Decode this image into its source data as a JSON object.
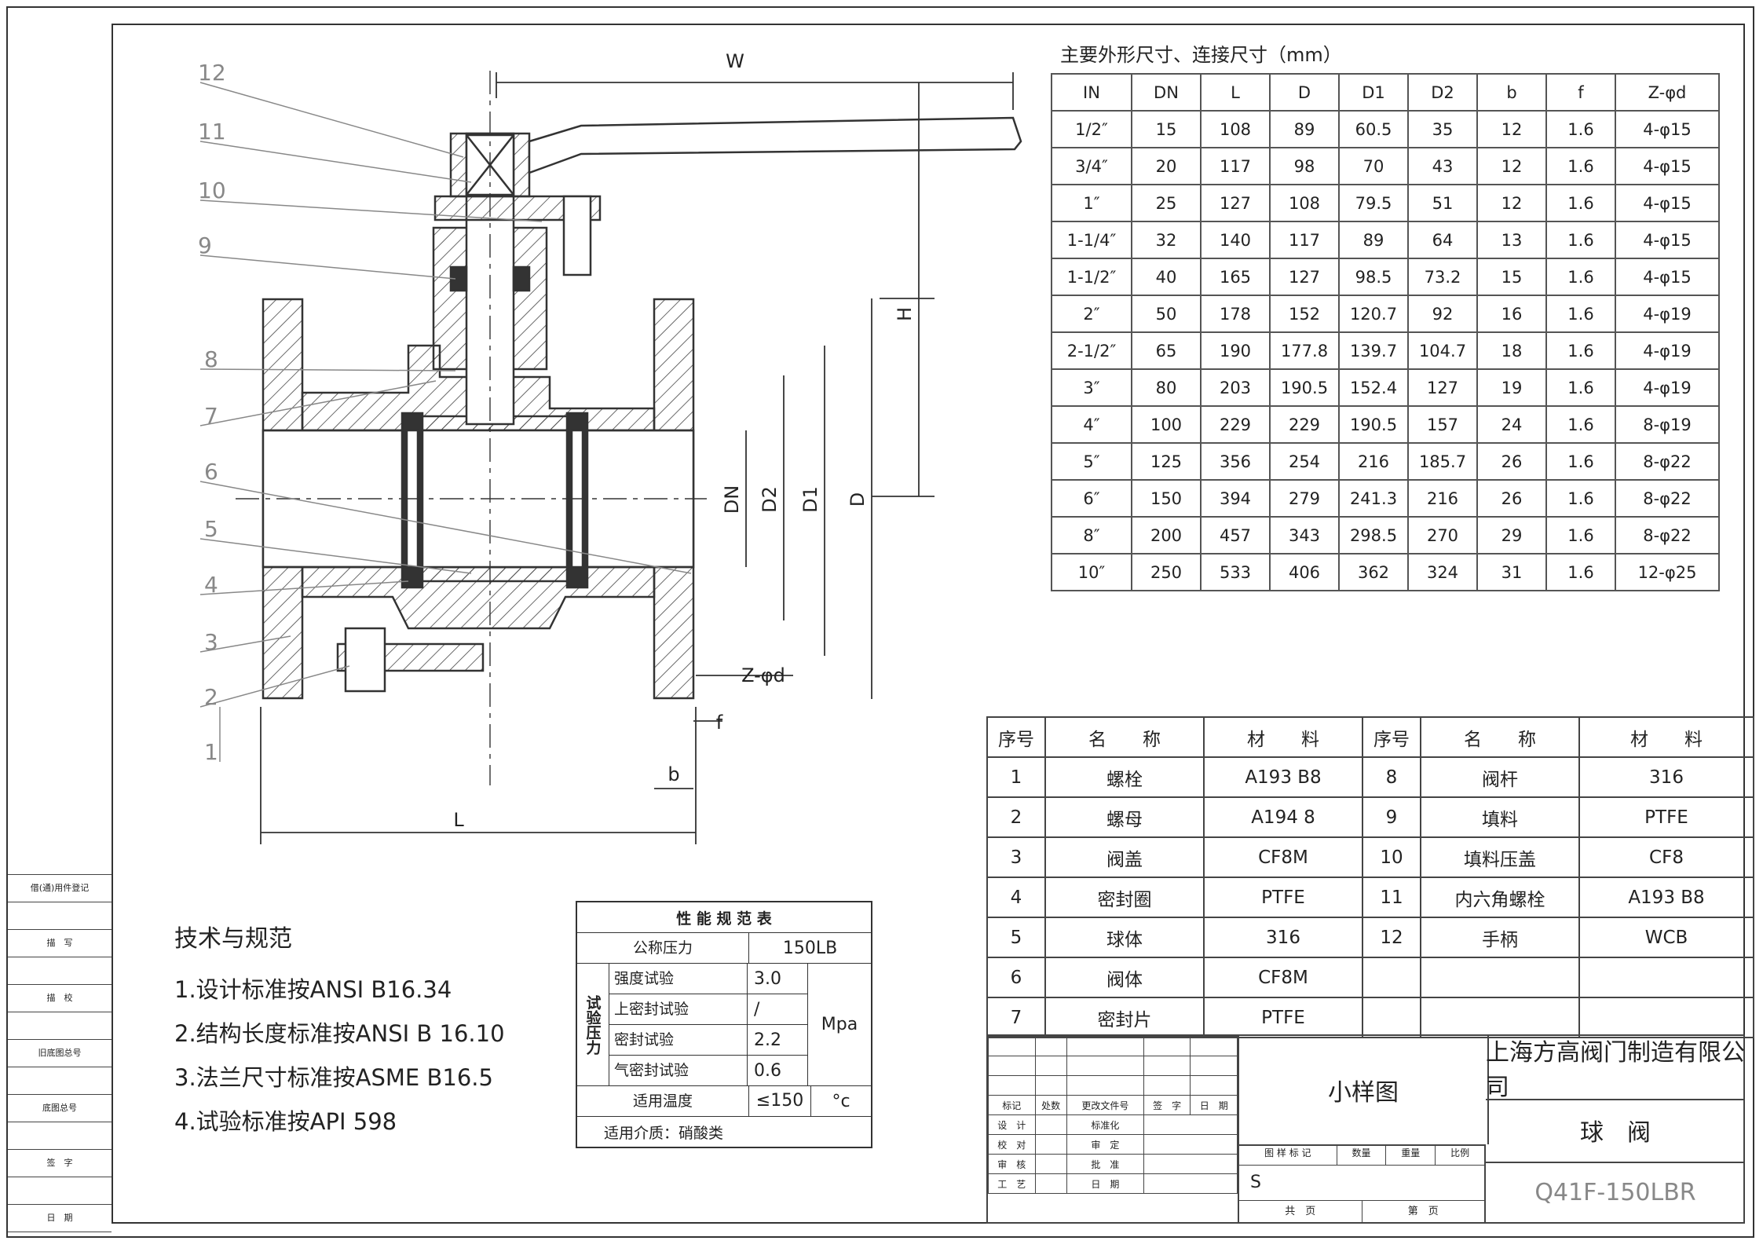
{
  "labels": {
    "width_dim": "W",
    "height_dim": "H",
    "length_dim": "L",
    "flange_dim_dn": "DN",
    "flange_dim_d2": "D2",
    "flange_dim_d1": "D1",
    "flange_dim_d": "D",
    "bolt_dim": "Z-φd",
    "b_dim": "b",
    "f_dim": "f",
    "part_numbers": [
      "12",
      "11",
      "10",
      "9",
      "8",
      "7",
      "6",
      "5",
      "4",
      "3",
      "2",
      "1"
    ]
  },
  "dim_table": {
    "title": "主要外形尺寸、连接尺寸（mm）",
    "headers": [
      "IN",
      "DN",
      "L",
      "D",
      "D1",
      "D2",
      "b",
      "f",
      "Z-φd"
    ],
    "rows": [
      [
        "1/2″",
        "15",
        "108",
        "89",
        "60.5",
        "35",
        "12",
        "1.6",
        "4-φ15"
      ],
      [
        "3/4″",
        "20",
        "117",
        "98",
        "70",
        "43",
        "12",
        "1.6",
        "4-φ15"
      ],
      [
        "1″",
        "25",
        "127",
        "108",
        "79.5",
        "51",
        "12",
        "1.6",
        "4-φ15"
      ],
      [
        "1-1/4″",
        "32",
        "140",
        "117",
        "89",
        "64",
        "13",
        "1.6",
        "4-φ15"
      ],
      [
        "1-1/2″",
        "40",
        "165",
        "127",
        "98.5",
        "73.2",
        "15",
        "1.6",
        "4-φ15"
      ],
      [
        "2″",
        "50",
        "178",
        "152",
        "120.7",
        "92",
        "16",
        "1.6",
        "4-φ19"
      ],
      [
        "2-1/2″",
        "65",
        "190",
        "177.8",
        "139.7",
        "104.7",
        "18",
        "1.6",
        "4-φ19"
      ],
      [
        "3″",
        "80",
        "203",
        "190.5",
        "152.4",
        "127",
        "19",
        "1.6",
        "4-φ19"
      ],
      [
        "4″",
        "100",
        "229",
        "229",
        "190.5",
        "157",
        "24",
        "1.6",
        "8-φ19"
      ],
      [
        "5″",
        "125",
        "356",
        "254",
        "216",
        "185.7",
        "26",
        "1.6",
        "8-φ22"
      ],
      [
        "6″",
        "150",
        "394",
        "279",
        "241.3",
        "216",
        "26",
        "1.6",
        "8-φ22"
      ],
      [
        "8″",
        "200",
        "457",
        "343",
        "298.5",
        "270",
        "29",
        "1.6",
        "8-φ22"
      ],
      [
        "10″",
        "250",
        "533",
        "406",
        "362",
        "324",
        "31",
        "1.6",
        "12-φ25"
      ]
    ]
  },
  "notes": {
    "title": "技术与规范",
    "items": [
      "1.设计标准按ANSI B16.34",
      "2.结构长度标准按ANSI B 16.10",
      "3.法兰尺寸标准按ASME B16.5",
      "4.试验标准按API 598"
    ]
  },
  "performance": {
    "title": "性 能 规 范 表",
    "pressure_label": "公称压力",
    "pressure_value": "150LB",
    "test_group_label": "试验压力",
    "tests": [
      {
        "name": "强度试验",
        "value": "3.0"
      },
      {
        "name": "上密封试验",
        "value": "/"
      },
      {
        "name": "密封试验",
        "value": "2.2"
      },
      {
        "name": "气密封试验",
        "value": "0.6"
      }
    ],
    "unit": "Mpa",
    "temp_label": "适用温度",
    "temp_value": "≤150",
    "temp_unit": "°c",
    "medium": "适用介质：硝酸类"
  },
  "bom": {
    "headers": [
      "序号",
      "名　　称",
      "材　　料",
      "序号",
      "名　　称",
      "材　　料"
    ],
    "left": [
      {
        "no": "1",
        "name": "螺栓",
        "material": "A193 B8"
      },
      {
        "no": "2",
        "name": "螺母",
        "material": "A194 8"
      },
      {
        "no": "3",
        "name": "阀盖",
        "material": "CF8M"
      },
      {
        "no": "4",
        "name": "密封圈",
        "material": "PTFE"
      },
      {
        "no": "5",
        "name": "球体",
        "material": "316"
      },
      {
        "no": "6",
        "name": "阀体",
        "material": "CF8M"
      },
      {
        "no": "7",
        "name": "密封片",
        "material": "PTFE"
      }
    ],
    "right": [
      {
        "no": "8",
        "name": "阀杆",
        "material": "316"
      },
      {
        "no": "9",
        "name": "填料",
        "material": "PTFE"
      },
      {
        "no": "10",
        "name": "填料压盖",
        "material": "CF8"
      },
      {
        "no": "11",
        "name": "内六角螺栓",
        "material": "A193 B8"
      },
      {
        "no": "12",
        "name": "手柄",
        "material": "WCB"
      }
    ]
  },
  "title_block": {
    "drawing_type": "小样图",
    "company": "上海方高阀门制造有限公司",
    "product": "球　阀",
    "model": "Q41F-150LBR",
    "rev_headers": [
      "标记",
      "处数",
      "更改文件号",
      "签　字",
      "日　期"
    ],
    "sign_rows": [
      [
        "设　计",
        "标准化"
      ],
      [
        "校　对",
        "审　定"
      ],
      [
        "审　核",
        "批　准"
      ],
      [
        "工　艺",
        "日　期"
      ]
    ],
    "stage_headers": [
      "图 样 标 记",
      "数量",
      "重量",
      "比例"
    ],
    "stage_mark": "S",
    "sheet_total": "共　页",
    "sheet_no": "第　页"
  },
  "left_strip": [
    "借(通)用件登记",
    "描　写",
    "描　校",
    "旧底图总号",
    "底图总号",
    "签　字",
    "日　期"
  ]
}
